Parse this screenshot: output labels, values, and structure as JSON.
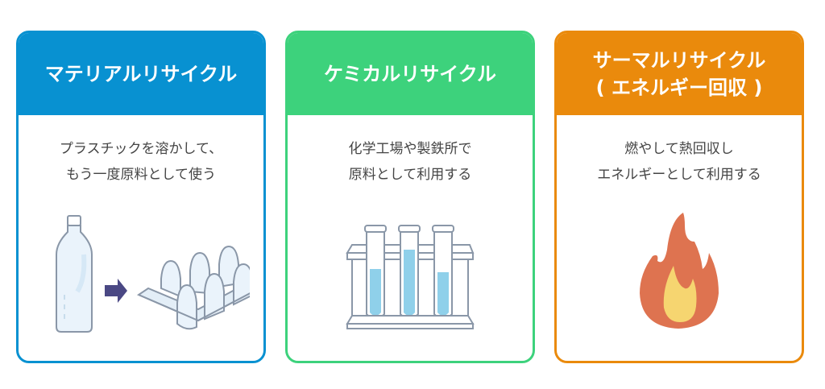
{
  "cards": [
    {
      "title": [
        "マテリアルリサイクル"
      ],
      "description": [
        "プラスチックを溶かして、",
        "もう一度原料として使う"
      ],
      "color": "#0891d1",
      "icon": "bottle-to-egg-carton"
    },
    {
      "title": [
        "ケミカルリサイクル"
      ],
      "description": [
        "化学工場や製鉄所で",
        "原料として利用する"
      ],
      "color": "#3dd27c",
      "icon": "test-tubes"
    },
    {
      "title": [
        "サーマルリサイクル",
        "( エネルギー回収 )"
      ],
      "description": [
        "燃やして熱回収し",
        "エネルギーとして利用する"
      ],
      "color": "#ea8a0c",
      "icon": "flame"
    }
  ]
}
